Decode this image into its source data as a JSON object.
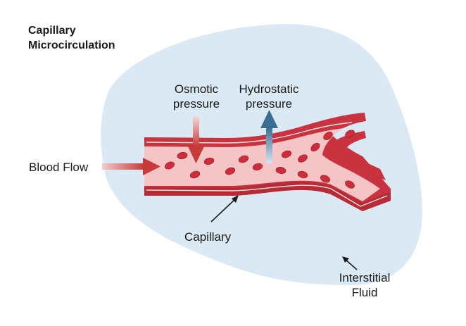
{
  "title_line1": "Capillary",
  "title_line2": "Microcirculation",
  "labels": {
    "osmotic_line1": "Osmotic",
    "osmotic_line2": "pressure",
    "hydrostatic_line1": "Hydrostatic",
    "hydrostatic_line2": "pressure",
    "blood_flow": "Blood Flow",
    "capillary": "Capillary",
    "interstitial_line1": "Interstitial",
    "interstitial_line2": "Fluid"
  },
  "colors": {
    "fluid": "#dbe9f5",
    "vessel_wall": "#c8333f",
    "vessel_wall_dark": "#a8252f",
    "vessel_lumen": "#f4c4c6",
    "red_cell": "#cc2f3b",
    "osmotic_arrow": "#c73a3a",
    "hydrostatic_arrow": "#3a6d93",
    "text": "#1a1a1a"
  }
}
